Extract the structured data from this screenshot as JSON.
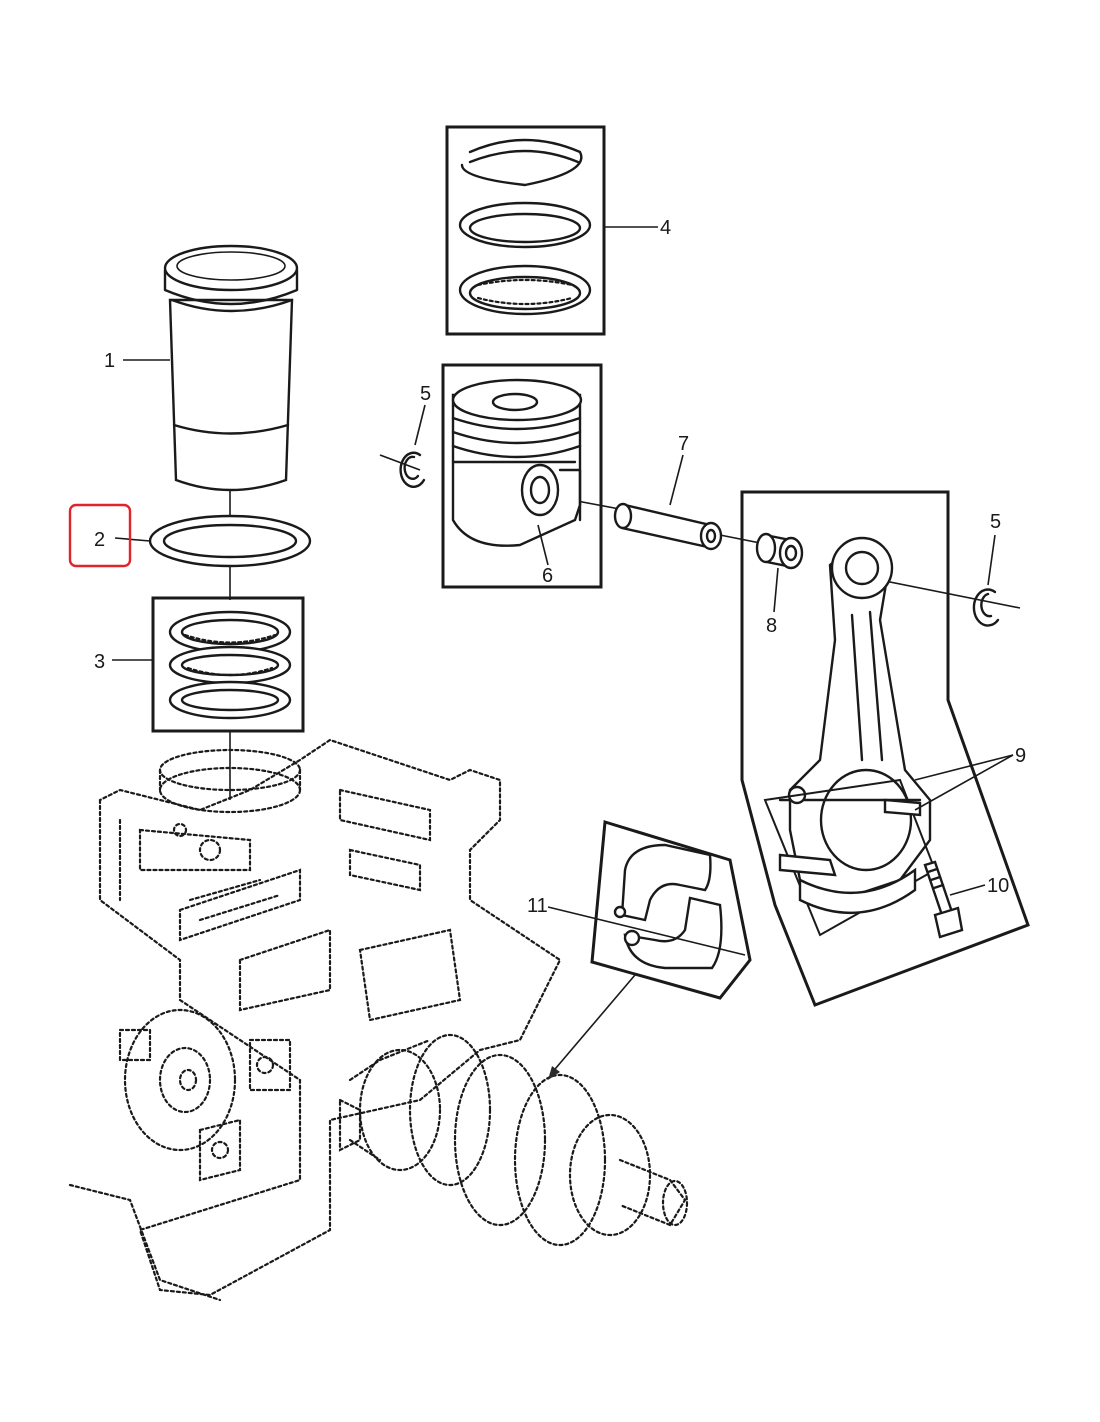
{
  "highlight_color": "#e0242c",
  "callouts": [
    {
      "id": "1",
      "text": "1"
    },
    {
      "id": "2",
      "text": "2",
      "highlighted": true
    },
    {
      "id": "3",
      "text": "3"
    },
    {
      "id": "4",
      "text": "4"
    },
    {
      "id": "5a",
      "text": "5"
    },
    {
      "id": "5b",
      "text": "5"
    },
    {
      "id": "6",
      "text": "6"
    },
    {
      "id": "7",
      "text": "7"
    },
    {
      "id": "8",
      "text": "8"
    },
    {
      "id": "9",
      "text": "9"
    },
    {
      "id": "10",
      "text": "10"
    },
    {
      "id": "11",
      "text": "11"
    }
  ]
}
